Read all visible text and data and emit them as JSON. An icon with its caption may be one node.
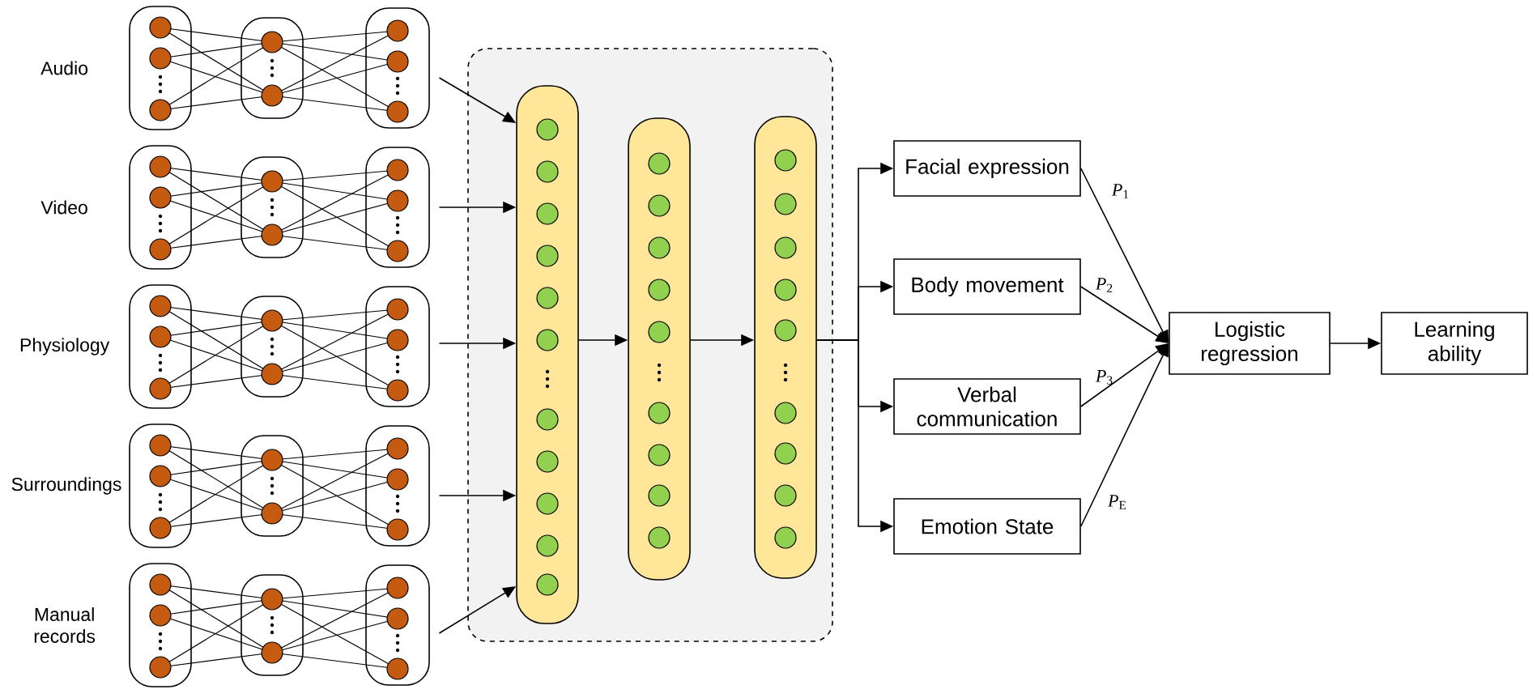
{
  "diagram": {
    "nodes": [
      {
        "text": [],
        "shape": "network",
        "beside": [
          "Audio"
        ]
      },
      {
        "text": [],
        "shape": "network",
        "beside": [
          "Video"
        ]
      },
      {
        "text": [],
        "shape": "network",
        "beside": [
          "Physiology"
        ]
      },
      {
        "text": [],
        "shape": "network",
        "beside": [
          "Surroundings"
        ]
      },
      {
        "text": [],
        "shape": "network",
        "beside": [
          "Manual records"
        ]
      },
      {
        "text": [],
        "shape": "box"
      },
      {
        "text": [],
        "shape": "bar",
        "in": 5
      },
      {
        "text": [],
        "shape": "bar",
        "in": 5
      },
      {
        "text": [],
        "shape": "bar",
        "in": 5
      },
      {
        "text": [
          "Facial expression"
        ]
      },
      {
        "text": [
          "Body movement"
        ]
      },
      {
        "text": [
          "Verbal communication"
        ]
      },
      {
        "text": [
          "Emotion State"
        ]
      },
      {
        "text": [
          "Logistic regression"
        ]
      },
      {
        "text": [
          "Learning ability"
        ]
      }
    ],
    "edges": [
      {
        "from": 0,
        "to": 6,
        "arrow": "to"
      },
      {
        "from": 1,
        "to": 6,
        "arrow": "to"
      },
      {
        "from": 2,
        "to": 6,
        "arrow": "to"
      },
      {
        "from": 3,
        "to": 6,
        "arrow": "to"
      },
      {
        "from": 4,
        "to": 6,
        "arrow": "to"
      },
      {
        "from": 6,
        "to": 7,
        "arrow": "to"
      },
      {
        "from": 7,
        "to": 8,
        "arrow": "to"
      },
      {
        "from": 8,
        "to": 9,
        "arrow": "to"
      },
      {
        "from": 8,
        "to": 10,
        "arrow": "to"
      },
      {
        "from": 8,
        "to": 11,
        "arrow": "to"
      },
      {
        "from": 8,
        "to": 12,
        "arrow": "to"
      },
      {
        "from": 9,
        "to": 13,
        "arrow": "to",
        "label": "*P*$_{1}$"
      },
      {
        "from": 10,
        "to": 13,
        "arrow": "to",
        "label": "*P*$_{2}$"
      },
      {
        "from": 11,
        "to": 13,
        "arrow": "to",
        "label": "*P*$_{3}$"
      },
      {
        "from": 12,
        "to": 13,
        "arrow": "to",
        "label": "*P*$_{E}$"
      },
      {
        "from": 13,
        "to": 14,
        "arrow": "to"
      }
    ]
  }
}
